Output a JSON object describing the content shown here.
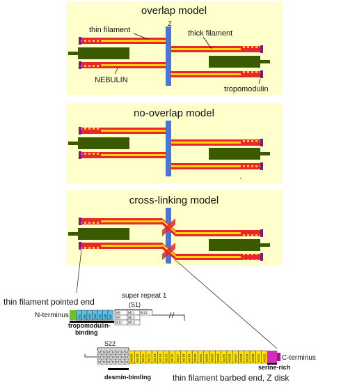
{
  "panels": {
    "overlap": {
      "title": "overlap model",
      "labels": {
        "z": "Z",
        "thin_filament": "thin filament",
        "thick_filament": "thick filament",
        "nebulin": "NEBULIN",
        "tropomodulin": "tropomodulin"
      }
    },
    "no_overlap": {
      "title": "no-overlap model"
    },
    "cross_linking": {
      "title": "cross-linking model"
    }
  },
  "sequence": {
    "pointed_end_label": "thin filament pointed end",
    "super_repeat_label": "super repeat 1",
    "s1_label": "(S1)",
    "n_terminus": "N-terminus",
    "tropomodulin_binding": "tropomodulin-\nbinding",
    "s22_label": "S22",
    "desmin_binding": "desmin-binding",
    "serine_rich": "serine-rich",
    "c_terminus": "C-terminus",
    "barbed_end_label": "thin filament barbed end, Z disk",
    "n_modules": [
      "M1",
      "M2",
      "M3",
      "M4",
      "M5",
      "M6",
      "M7"
    ],
    "s1_modules": [
      [
        "M8",
        "M9",
        "M10"
      ],
      [
        "M11",
        "M12",
        "M13"
      ],
      [
        "M14"
      ]
    ]
  },
  "colors": {
    "panel_bg": "#ffffcc",
    "filament_red": "#e8262b",
    "filament_yellow": "#ffd400",
    "thick_green": "#3a5a00",
    "z_blue": "#4b74d6",
    "cap_purple": "#7a1a7a",
    "module_yellow": "#ffe600",
    "module_blue": "#5bc2e7",
    "module_green": "#6cbf2e",
    "serine_magenta": "#d12fb8"
  }
}
